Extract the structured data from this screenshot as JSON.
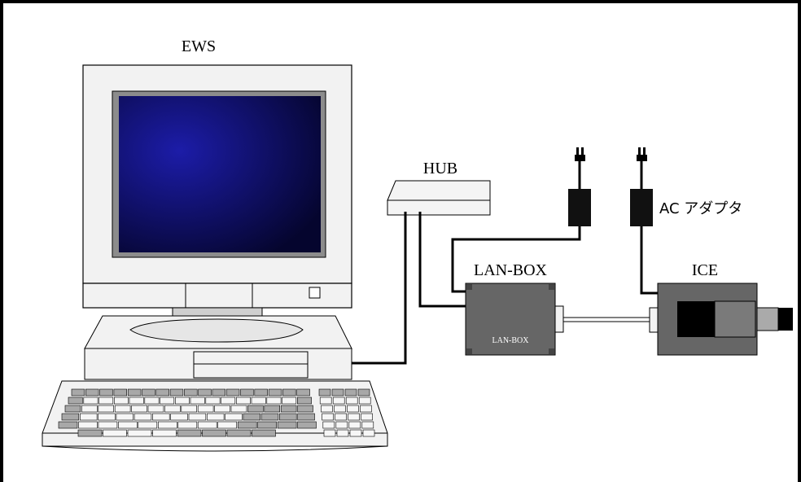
{
  "labels": {
    "ews": "EWS",
    "hub": "HUB",
    "ac_adapter": "AC アダプタ",
    "lan_box": "LAN-BOX",
    "lan_box_front": "LAN-BOX",
    "ice": "ICE"
  },
  "colors": {
    "frame": "#000000",
    "monitor_body": "#f2f2f2",
    "screen_dark": "#06063a",
    "screen_glow": "#1a1aa0",
    "device_gray": "#666666",
    "cable": "#000000"
  }
}
